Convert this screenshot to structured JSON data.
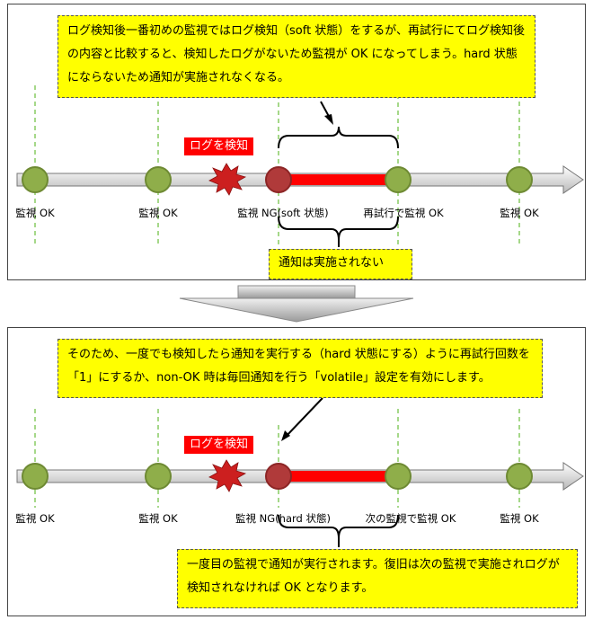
{
  "top": {
    "note": "ログ検知後一番初めの監視ではログ検知（soft 状態）をするが、再試行にてログ検知後の内容と比較すると、検知したログがないため監視が OK になってしまう。hard 状態にならないため通知が実施されなくなる。",
    "detect_tag": "ログを検知",
    "labels": [
      "監視 OK",
      "監視 OK",
      "監視 NG(soft 状態)",
      "再試行で監視 OK",
      "監視 OK"
    ],
    "result": "通知は実施されない"
  },
  "bottom": {
    "note": "そのため、一度でも検知したら通知を実行する（hard 状態にする）ように再試行回数を「1」にするか、non-OK 時は毎回通知を行う「volatile」設定を有効にします。",
    "detect_tag": "ログを検知",
    "labels": [
      "監視 OK",
      "監視 OK",
      "監視 NG(hard 状態)",
      "次の監視で監視 OK",
      "監視 OK"
    ],
    "result": "一度目の監視で通知が実行されます。復旧は次の監視で実施されログが検知されなければ OK となります。"
  },
  "colors": {
    "ok": "#8fae4a",
    "ng": "#b03a3a",
    "note": "#ffff00",
    "alert": "#ff0000"
  }
}
